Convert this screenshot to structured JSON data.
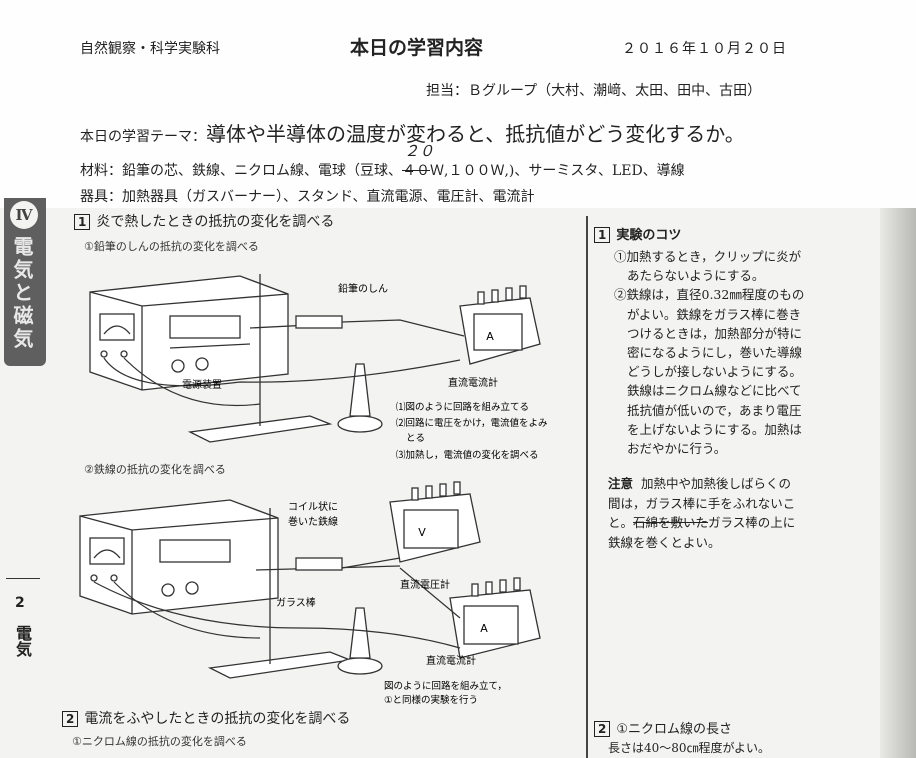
{
  "header": {
    "subject": "自然観察・科学実験科",
    "title": "本日の学習内容",
    "date": "２０１６年１０月２０日",
    "staff": "担当：Ｂグループ（大村、潮﨑、太田、田中、古田）",
    "theme_label": "本日の学習テーマ：",
    "theme": "導体や半導体の温度が変わると、抵抗値がどう変化するか。",
    "materials_prefix": "材料：鉛筆の芯、鉄線、ニクロム線、電球（豆球、",
    "materials_struck": "４０",
    "materials_handwritten": "２０",
    "materials_suffix": "Ｗ,１００Ｗ,)、サーミスタ、LED、導線",
    "equipment": "器具：加熱器具（ガスバーナー）、スタンド、直流電源、電圧計、電流計"
  },
  "sidebar": {
    "chapter_glyph": "Ⅳ",
    "chapter_title": "電気と磁気",
    "page_number": "2",
    "section_label": "電気"
  },
  "section1": {
    "num": "1",
    "title": "炎で熱したときの抵抗の変化を調べる",
    "sub1": "①鉛筆のしんの抵抗の変化を調べる",
    "sub2": "②鉄線の抵抗の変化を調べる",
    "fig1": {
      "label_pencil": "鉛筆のしん",
      "label_power": "電源装置",
      "label_ammeter": "直流電流計",
      "steps": [
        "⑴図のように回路を組み立てる",
        "⑵回路に電圧をかけ，電流値をよみ",
        "とる",
        "⑶加熱し，電流値の変化を調べる"
      ]
    },
    "fig2": {
      "label_coil_1": "コイル状に",
      "label_coil_2": "巻いた鉄線",
      "label_glass": "ガラス棒",
      "label_voltmeter": "直流電圧計",
      "label_ammeter": "直流電流計",
      "note_1": "図のように回路を組み立て，",
      "note_2": "①と同様の実験を行う"
    }
  },
  "section2": {
    "num": "2",
    "title": "電流をふやしたときの抵抗の変化を調べる",
    "sub1": "①ニクロム線の抵抗の変化を調べる"
  },
  "tips": {
    "num": "1",
    "title": "実験のコツ",
    "lines": [
      "①加熱するとき，クリップに炎が",
      "あたらないようにする。",
      "②鉄線は，直径0.32㎜程度のもの",
      "がよい。鉄線をガラス棒に巻き",
      "つけるときは，加熱部分が特に",
      "密になるようにし，巻いた導線",
      "どうしが接しないようにする。",
      "鉄線はニクロム線などに比べて",
      "抵抗値が低いので，あまり電圧",
      "を上げないようにする。加熱は",
      "おだやかに行う。"
    ],
    "caution_label": "注意",
    "caution_lines": [
      "加熱中や加熱後しばらくの",
      "間は，ガラス棒に手をふれないこ",
      "と。"
    ],
    "caution_struck": "石綿を敷いた",
    "caution_end": "ガラス棒の上に",
    "caution_last": "鉄線を巻くとよい。"
  },
  "tips2": {
    "num": "2",
    "title": "①ニクロム線の長さ",
    "line": "長さは40～80㎝程度がよい。"
  },
  "meter_letters": {
    "voltmeter": "V",
    "ammeter": "A"
  }
}
